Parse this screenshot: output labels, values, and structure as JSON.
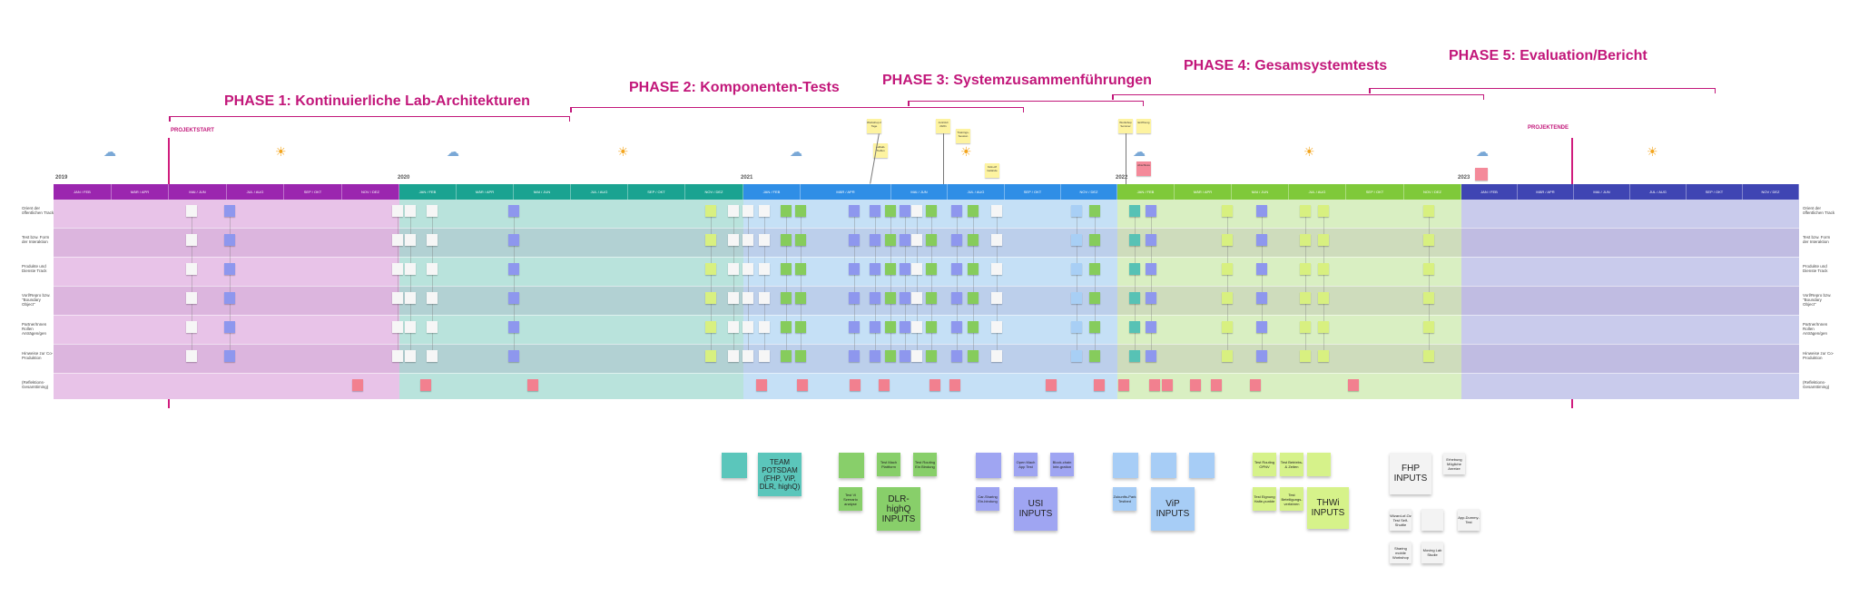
{
  "phases": [
    {
      "title": "PHASE 1: Kontinuierliche Lab-Architekturen"
    },
    {
      "title": "PHASE 2: Komponenten-Tests"
    },
    {
      "title": "PHASE 3: Systemzusammenführungen"
    },
    {
      "title": "PHASE 4: Gesamsystemtests"
    },
    {
      "title": "PHASE 5: Evaluation/Bericht"
    }
  ],
  "markers": {
    "start": "PROJEKTSTART",
    "end": "PROJEKTENDE"
  },
  "years": [
    "2019",
    "2020",
    "2021",
    "2022",
    "2023"
  ],
  "months": [
    "JAN / FEB",
    "MÄR / APR",
    "MAI / JUN",
    "JUL / AUG",
    "SEP / OKT",
    "NOV / DEZ"
  ],
  "row_labels": [
    "Orient der öffentlichen Track",
    "Test bzw. Form der Interaktion",
    "Produkte und Dienste Track",
    "Vorl/Repro bzw. \"Boundary Object\"",
    "Partner/Innen Rollen Anträgen/gen",
    "Hinweise zur Co-Produktion",
    "(Reflektions-Gesamttiming)"
  ],
  "colors": {
    "phase_pink": "#c2177a",
    "purple": "#9b26af",
    "teal": "#1aa391",
    "blue": "#2f8ee6",
    "green": "#7fc93a",
    "indigo": "#3f45b3"
  },
  "callouts": [
    {
      "text": "Workshop 2 Tage"
    },
    {
      "text": "Juni/Juli 20/21"
    },
    {
      "text": "Trainings-Session"
    },
    {
      "text": "Auftakt-Treffen"
    },
    {
      "text": "Workshop Sommer"
    },
    {
      "text": "Kick-off Gelände"
    },
    {
      "text": "Eröffnung"
    },
    {
      "text": "Abschluss"
    }
  ],
  "legend": {
    "potsdam": "TEAM POTSDAM (FHP, ViP, DLR, highQ)",
    "dlr": "DLR-highQ INPUTS",
    "dlr_small": [
      "Test Mach Plattform",
      "Test Routing Ein Bindung",
      "Test Vi Szenario analyse"
    ],
    "usi": "USI INPUTS",
    "usi_small": [
      "Open Mach App Test",
      "Block-chain Inte-gration",
      "Car-Sharing Ein-bindung"
    ],
    "vip": "ViP INPUTS",
    "vip_small": [
      "Zukunfts-Park Testbed"
    ],
    "thwi": "THWi INPUTS",
    "thwi_small": [
      "Test Routing OPNV",
      "Test Betriebs-& Zeiten",
      "Test Eignung Halte-punkte",
      "Test Beteiligungs-verfahren"
    ],
    "fhp": "FHP INPUTS",
    "fhp_small": [
      "Erhebung Mögliche Anreize",
      "Wizard-of-Oz Test Self-Shuttle",
      "App-Dummy-Test",
      "Sharing mobile Workshop",
      "Moving Lab Studie"
    ]
  }
}
